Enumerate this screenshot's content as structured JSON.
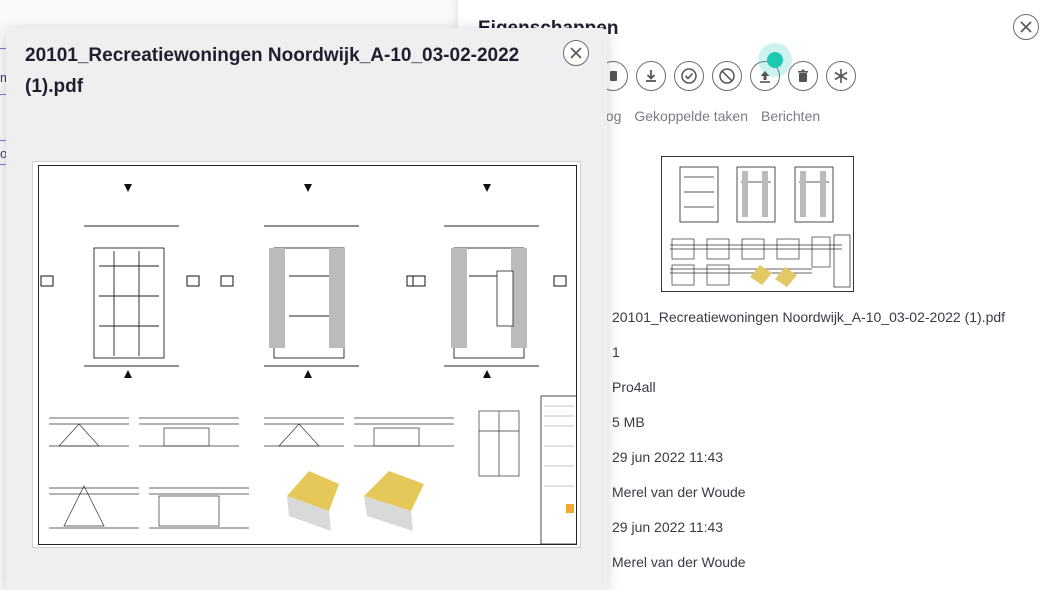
{
  "panel": {
    "title": "Eigenschappen",
    "tabs": [
      "Log",
      "Gekoppelde taken",
      "Berichten"
    ],
    "toolbar": [
      {
        "icon": "copy-icon"
      },
      {
        "icon": "download-icon"
      },
      {
        "icon": "approve-icon"
      },
      {
        "icon": "reject-icon"
      },
      {
        "icon": "upload-icon"
      },
      {
        "icon": "trash-icon"
      },
      {
        "icon": "freeze-icon"
      }
    ],
    "properties": [
      "20101_Recreatiewoningen Noordwijk_A-10_03-02-2022 (1).pdf",
      "1",
      "Pro4all",
      "5 MB",
      "29 jun 2022 11:43",
      "Merel van der Woude",
      "29 jun 2022 11:43",
      "Merel van der Woude"
    ]
  },
  "modal": {
    "title": "20101_Recreatiewoningen Noordwijk_A-10_03-02-2022 (1).pdf"
  },
  "background": {
    "fragments": [
      "m",
      "o"
    ]
  },
  "colors": {
    "accent": "#1ec9b4",
    "icon": "#6b6b78",
    "modal_bg": "#efeff1"
  }
}
